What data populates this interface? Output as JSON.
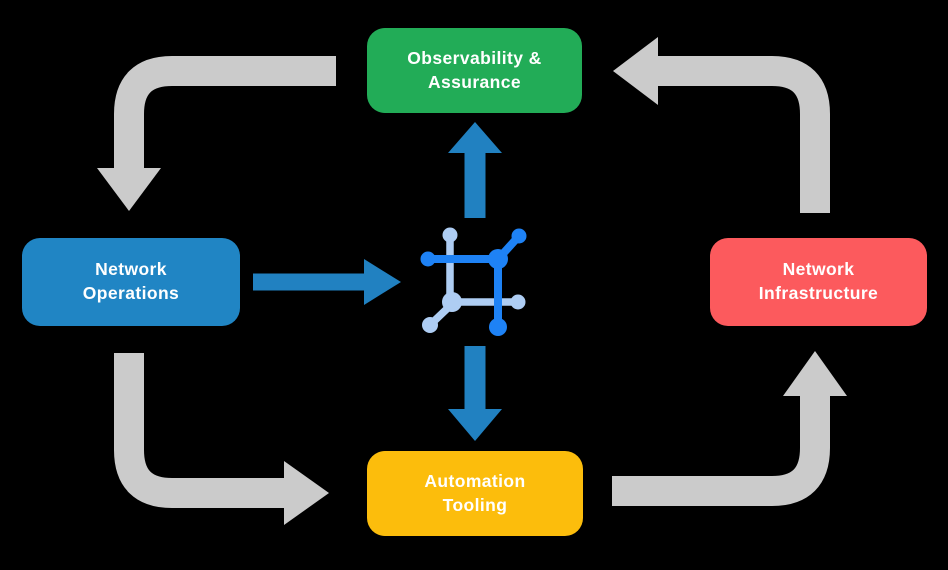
{
  "colors": {
    "background": "#000000",
    "arrow_gray": "#CBCBCB",
    "arrow_blue": "#2181C1",
    "icon_blue": "#1E82F5",
    "icon_light_blue": "#AECDF3",
    "node_green": "#22AC57",
    "node_blue": "#2085C4",
    "node_red": "#FC5A5D",
    "node_yellow": "#FCBD0C",
    "node_text": "#FFFFFF"
  },
  "diagram": {
    "nodes": {
      "observability": {
        "label": "Observability &\nAssurance",
        "color": "#22AC57"
      },
      "operations": {
        "label": "Network\nOperations",
        "color": "#2085C4"
      },
      "infrastructure": {
        "label": "Network\nInfrastructure",
        "color": "#FC5A5D"
      },
      "automation": {
        "label": "Automation\nTooling",
        "color": "#FCBD0C"
      }
    },
    "center_icon": "network-fabric-icon",
    "flows": {
      "gray": [
        "observability -> operations",
        "infrastructure -> observability",
        "operations -> automation",
        "automation -> infrastructure"
      ],
      "blue": [
        "operations -> center-icon",
        "center-icon -> observability",
        "center-icon -> automation"
      ]
    }
  }
}
